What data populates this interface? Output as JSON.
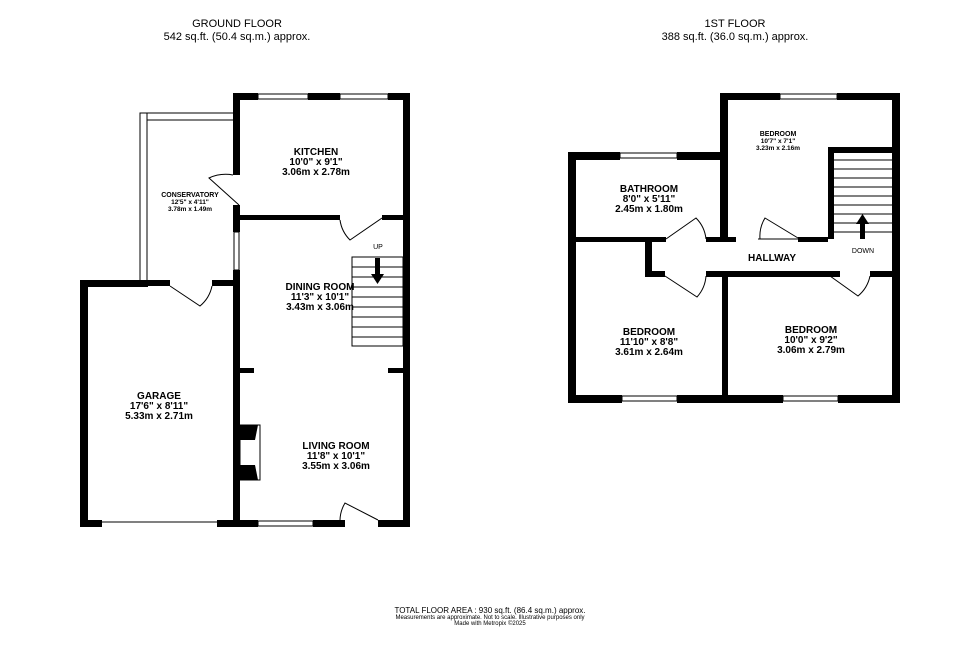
{
  "ground_floor": {
    "title": "GROUND FLOOR",
    "area": "542 sq.ft. (50.4 sq.m.) approx.",
    "rooms": [
      {
        "name": "KITCHEN",
        "imperial": "10'0\"  x 9'1\"",
        "metric": "3.06m  x 2.78m"
      },
      {
        "name": "CONSERVATORY",
        "imperial": "12'5\"  x 4'11\"",
        "metric": "3.78m  x 1.49m"
      },
      {
        "name": "DINING ROOM",
        "imperial": "11'3\"  x 10'1\"",
        "metric": "3.43m  x 3.06m"
      },
      {
        "name": "GARAGE",
        "imperial": "17'6\"  x 8'11\"",
        "metric": "5.33m  x 2.71m"
      },
      {
        "name": "LIVING ROOM",
        "imperial": "11'8\"  x 10'1\"",
        "metric": "3.55m  x 3.06m"
      }
    ],
    "stairs_label": "UP"
  },
  "first_floor": {
    "title": "1ST FLOOR",
    "area": "388 sq.ft. (36.0 sq.m.) approx.",
    "rooms": [
      {
        "name": "BEDROOM",
        "imperial": "10'7\"  x 7'1\"",
        "metric": "3.23m  x 2.16m"
      },
      {
        "name": "BATHROOM",
        "imperial": "8'0\"  x 5'11\"",
        "metric": "2.45m  x 1.80m"
      },
      {
        "name": "HALLWAY"
      },
      {
        "name": "BEDROOM",
        "imperial": "11'10\"  x 8'8\"",
        "metric": "3.61m  x 2.64m"
      },
      {
        "name": "BEDROOM",
        "imperial": "10'0\"  x 9'2\"",
        "metric": "3.06m  x 2.79m"
      }
    ],
    "stairs_label": "DOWN"
  },
  "footer": {
    "total": "TOTAL FLOOR AREA : 930 sq.ft. (86.4 sq.m.) approx.",
    "disclaimer": "Measurements are approximate.  Not to scale.  Illustrative purposes only",
    "credit": "Made with Metropix ©2025"
  }
}
